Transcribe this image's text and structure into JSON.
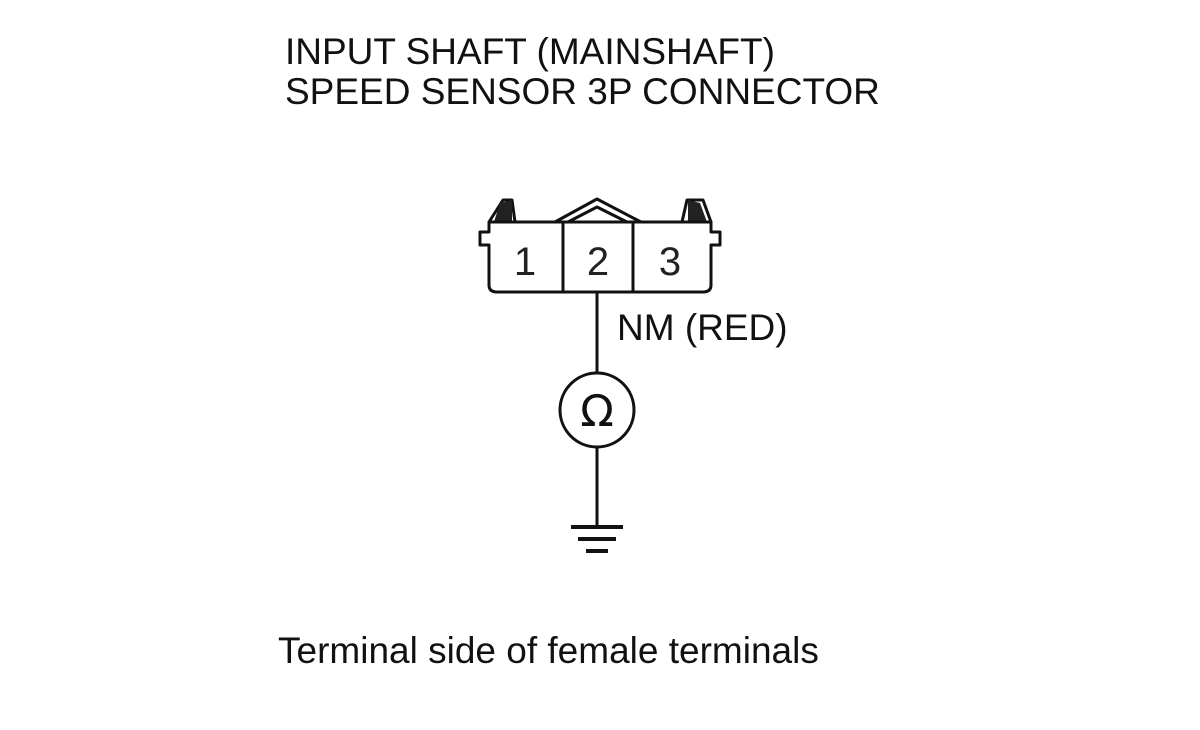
{
  "title": {
    "line1": "INPUT SHAFT (MAINSHAFT)",
    "line2": "SPEED SENSOR 3P CONNECTOR"
  },
  "connector": {
    "pins": [
      "1",
      "2",
      "3"
    ],
    "probed_pin": "2"
  },
  "wire": {
    "label": "NM (RED)"
  },
  "meter": {
    "symbol": "Ω",
    "icon": "ohmmeter-icon"
  },
  "ground": {
    "icon": "ground-icon"
  },
  "caption": "Terminal side of female terminals"
}
